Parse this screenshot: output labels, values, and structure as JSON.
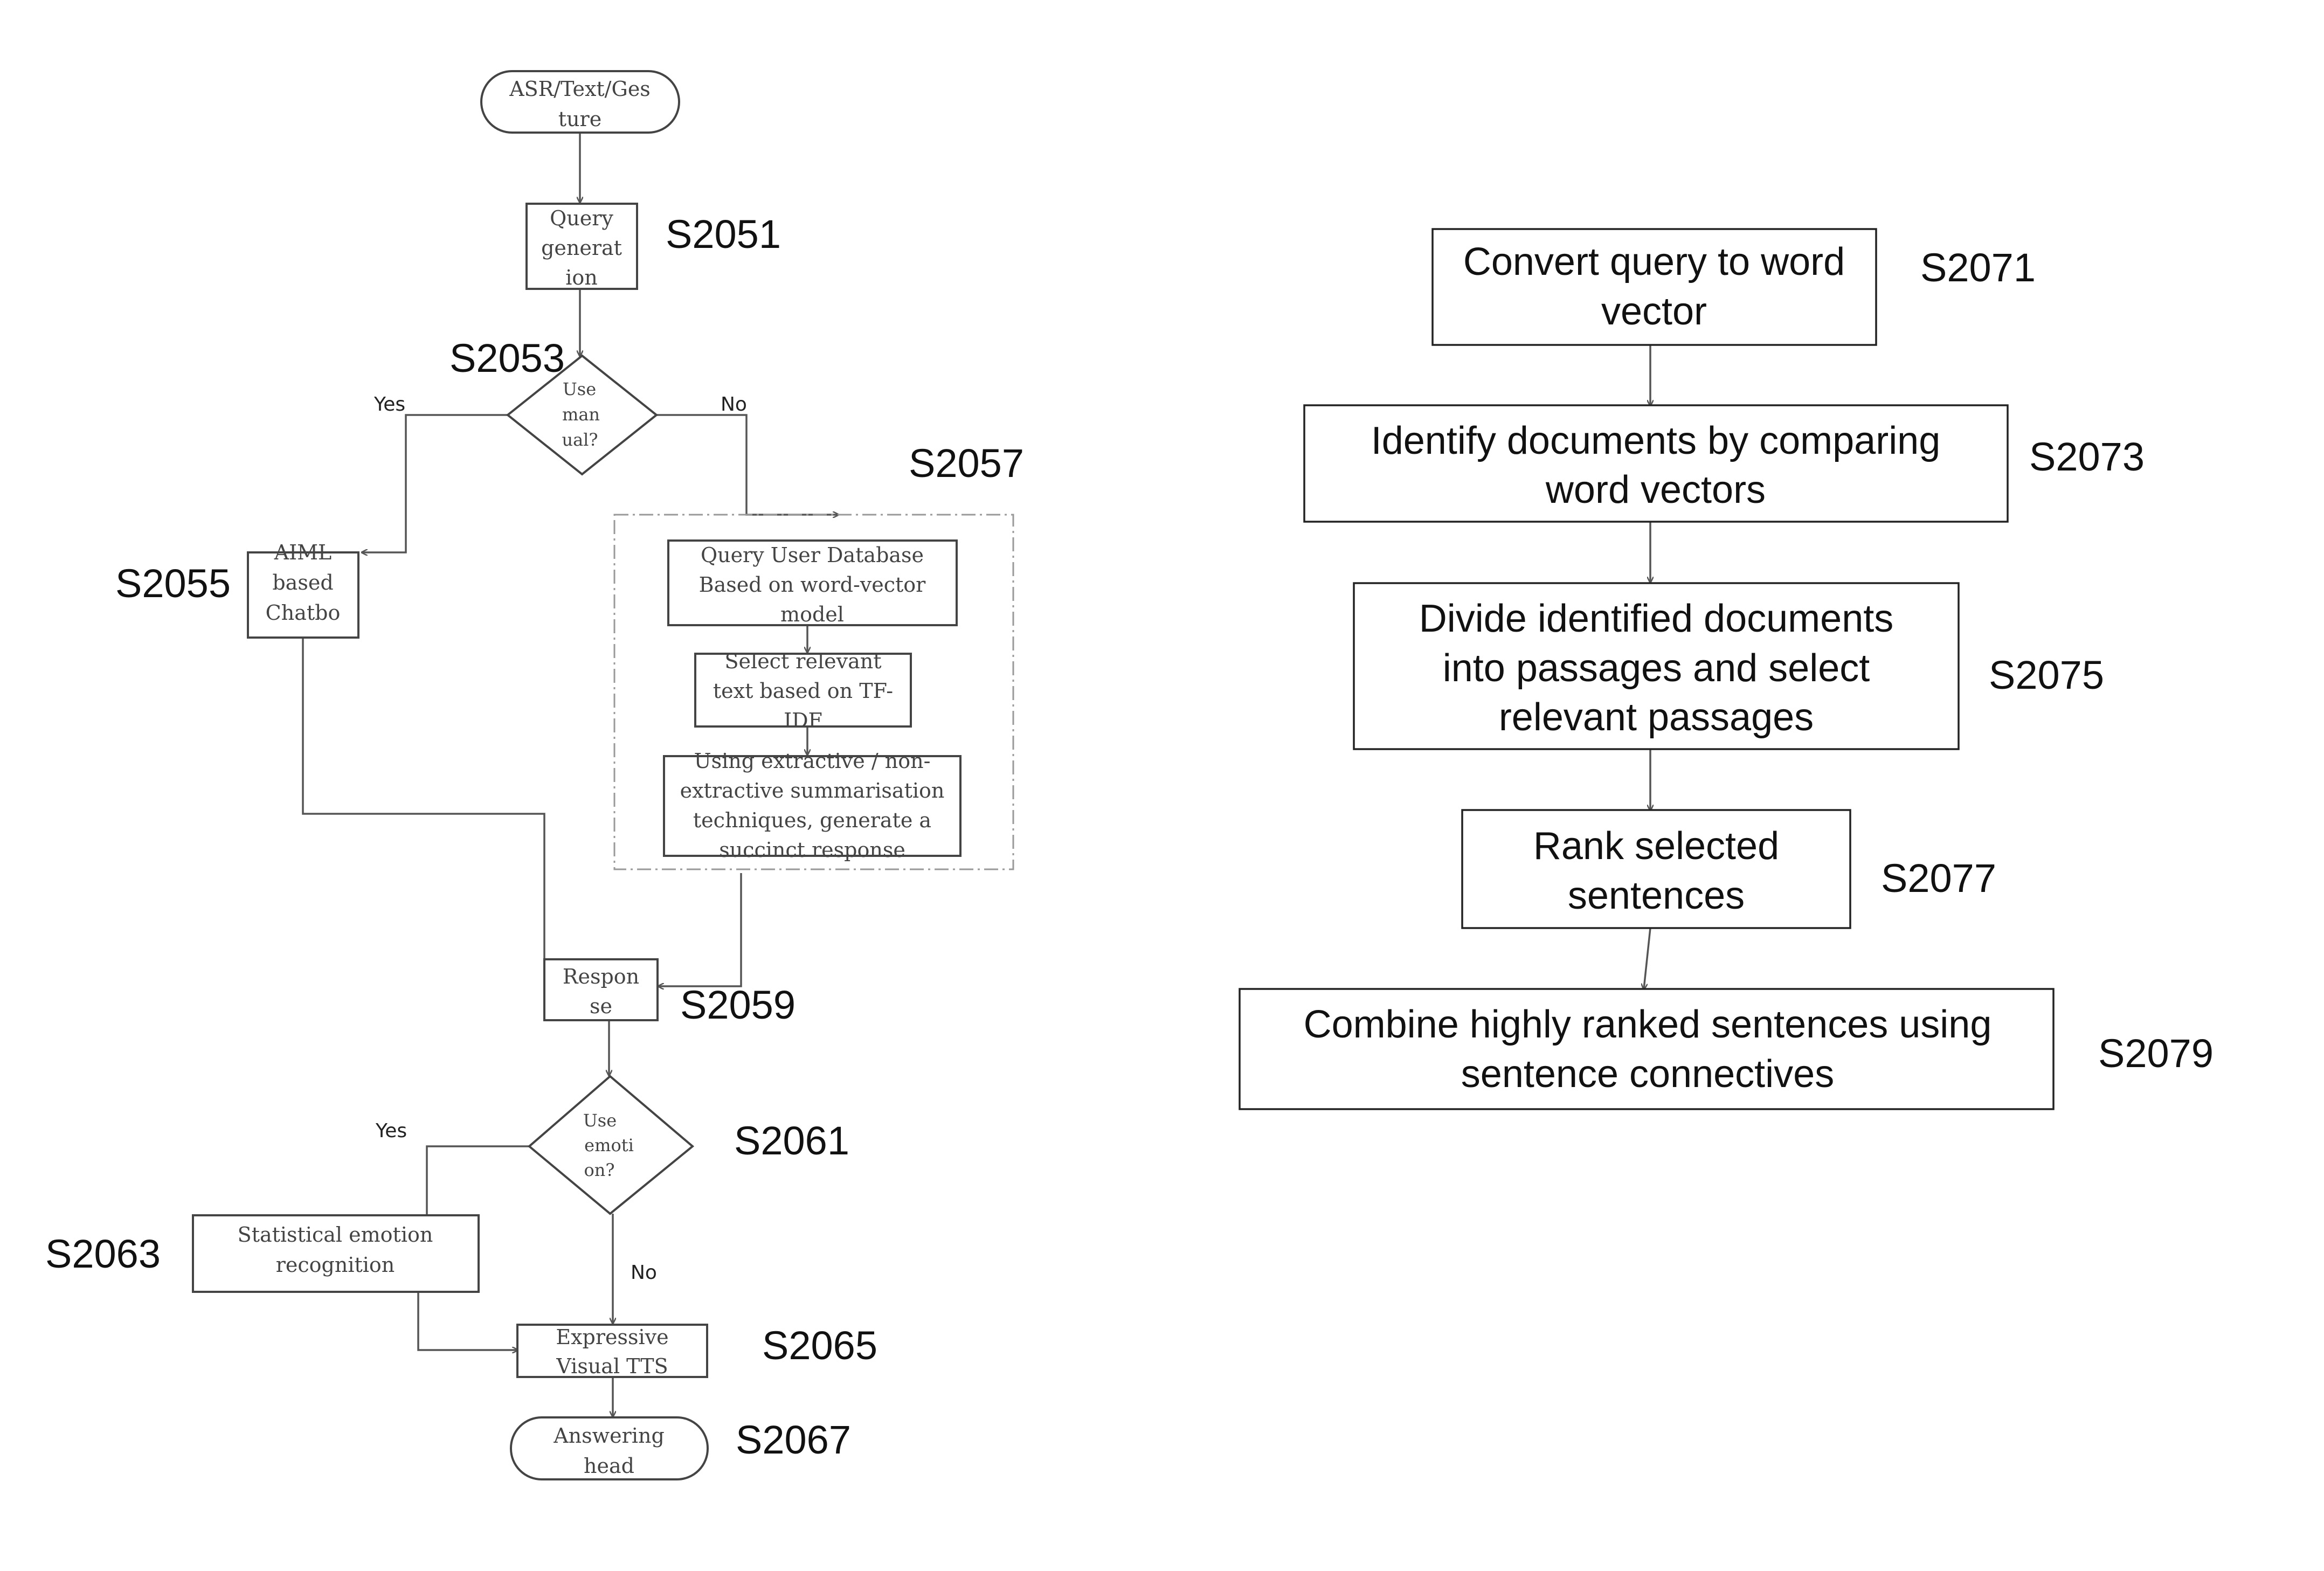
{
  "left_flow": {
    "start": [
      "ASR/Text/Ges",
      "ture"
    ],
    "query_generation": [
      "Query",
      "generat",
      "ion"
    ],
    "use_manual": [
      "Use",
      "man",
      "ual?"
    ],
    "aiml_chatbot": [
      "AIML",
      "based",
      "Chatbo"
    ],
    "query_user_db": [
      "Query User Database",
      "Based on word-vector",
      "model"
    ],
    "select_relevant": [
      "Select relevant",
      "text based on TF-",
      "IDF"
    ],
    "summarisation": [
      "Using extractive / non-",
      "extractive summarisation",
      "techniques, generate a",
      "succinct response"
    ],
    "response": [
      "Respon",
      "se"
    ],
    "use_emotion": [
      "Use",
      "emoti",
      "on?"
    ],
    "emotion_recognition": [
      "Statistical emotion",
      "recognition"
    ],
    "expressive_tts": [
      "Expressive",
      "Visual TTS"
    ],
    "answering_head": [
      "Answering",
      "head"
    ],
    "yes_label": "Yes",
    "no_label": "No"
  },
  "left_labels": {
    "s2051": "S2051",
    "s2053": "S2053",
    "s2055": "S2055",
    "s2057": "S2057",
    "s2059": "S2059",
    "s2061": "S2061",
    "s2063": "S2063",
    "s2065": "S2065",
    "s2067": "S2067"
  },
  "right_flow": {
    "convert_query": [
      "Convert query to word",
      "vector"
    ],
    "identify_docs": [
      "Identify documents  by comparing",
      "word vectors"
    ],
    "divide_docs": [
      "Divide identified documents",
      "into passages and select",
      "relevant passages"
    ],
    "rank_sentences": [
      "Rank selected",
      "sentences"
    ],
    "combine_sentences": [
      "Combine highly ranked sentences using",
      "sentence connectives"
    ]
  },
  "right_labels": {
    "s2071": "S2071",
    "s2073": "S2073",
    "s2075": "S2075",
    "s2077": "S2077",
    "s2079": "S2079"
  }
}
